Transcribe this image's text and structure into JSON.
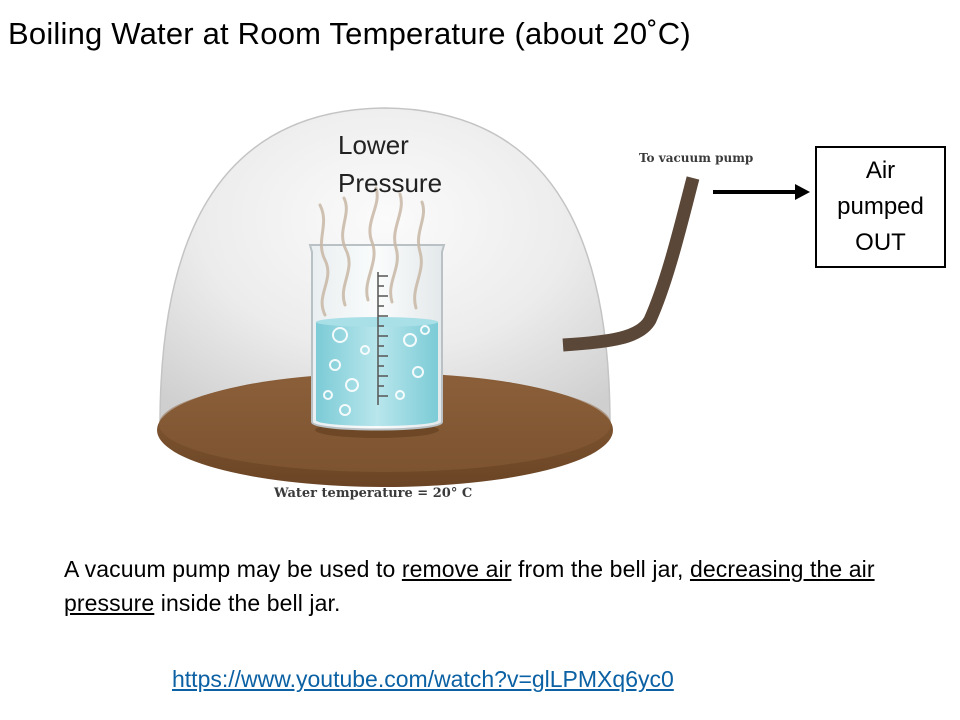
{
  "title": "Boiling Water at Room Temperature (about 20˚C)",
  "diagram": {
    "lower_pressure_line1": "Lower",
    "lower_pressure_line2": "Pressure",
    "pump_tube_label": "To vacuum pump",
    "air_box_line1": "Air",
    "air_box_line2": "pumped",
    "air_box_line3": "OUT",
    "water_temperature_label": "Water temperature = 20° C",
    "colors": {
      "base": "#7a5230",
      "tube": "#5a4637",
      "water": "#8fd3dc",
      "dome": "#d9d9d9"
    }
  },
  "description": {
    "part1": "A vacuum pump may be used to ",
    "underline1": "remove air",
    "part2": " from the bell jar, ",
    "underline2": "decreasing the air pressure",
    "part3": " inside the bell jar."
  },
  "link": {
    "text": "https://www.youtube.com/watch?v=glLPMXq6yc0"
  }
}
